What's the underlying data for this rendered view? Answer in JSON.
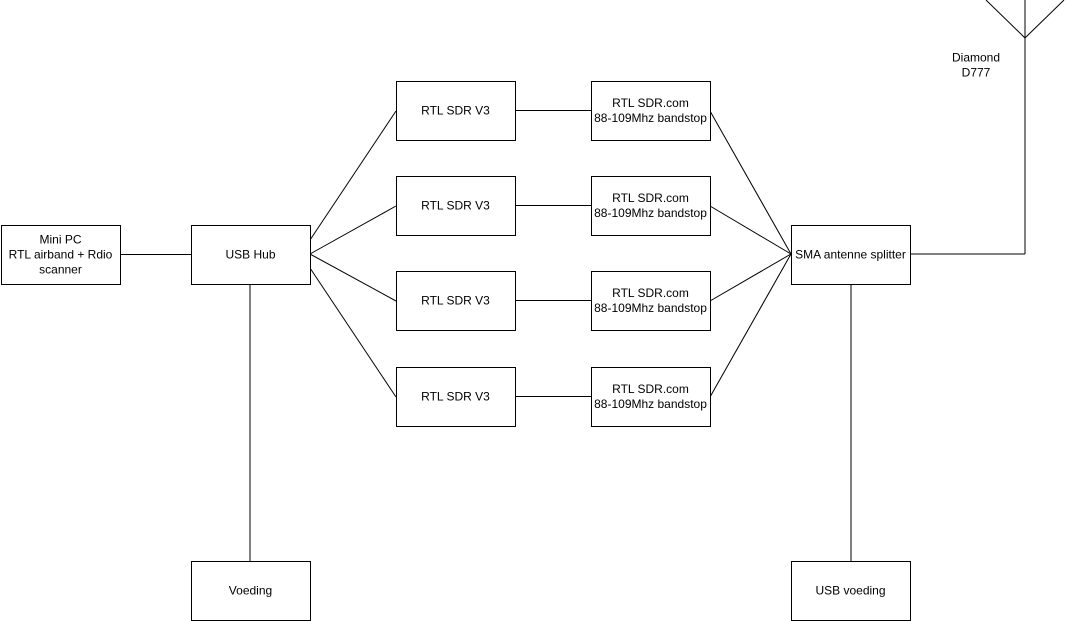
{
  "diagram": {
    "nodes": {
      "mini_pc": [
        "Mini PC",
        "RTL airband + Rdio",
        "scanner"
      ],
      "usb_hub": [
        "USB Hub"
      ],
      "voeding": [
        "Voeding"
      ],
      "sdr_1": [
        "RTL SDR V3"
      ],
      "sdr_2": [
        "RTL SDR V3"
      ],
      "sdr_3": [
        "RTL SDR V3"
      ],
      "sdr_4": [
        "RTL SDR V3"
      ],
      "bandstop_1": [
        "RTL SDR.com",
        "88-109Mhz bandstop"
      ],
      "bandstop_2": [
        "RTL SDR.com",
        "88-109Mhz bandstop"
      ],
      "bandstop_3": [
        "RTL SDR.com",
        "88-109Mhz bandstop"
      ],
      "bandstop_4": [
        "RTL SDR.com",
        "88-109Mhz bandstop"
      ],
      "splitter": [
        "SMA antenne splitter"
      ],
      "usb_voeding": [
        "USB voeding"
      ],
      "antenna": [
        "Diamond",
        "D777"
      ]
    },
    "edges": [
      [
        "mini_pc",
        "usb_hub"
      ],
      [
        "usb_hub",
        "voeding"
      ],
      [
        "usb_hub",
        "sdr_1"
      ],
      [
        "usb_hub",
        "sdr_2"
      ],
      [
        "usb_hub",
        "sdr_3"
      ],
      [
        "usb_hub",
        "sdr_4"
      ],
      [
        "sdr_1",
        "bandstop_1"
      ],
      [
        "sdr_2",
        "bandstop_2"
      ],
      [
        "sdr_3",
        "bandstop_3"
      ],
      [
        "sdr_4",
        "bandstop_4"
      ],
      [
        "bandstop_1",
        "splitter"
      ],
      [
        "bandstop_2",
        "splitter"
      ],
      [
        "bandstop_3",
        "splitter"
      ],
      [
        "bandstop_4",
        "splitter"
      ],
      [
        "splitter",
        "usb_voeding"
      ],
      [
        "splitter",
        "antenna"
      ]
    ]
  }
}
